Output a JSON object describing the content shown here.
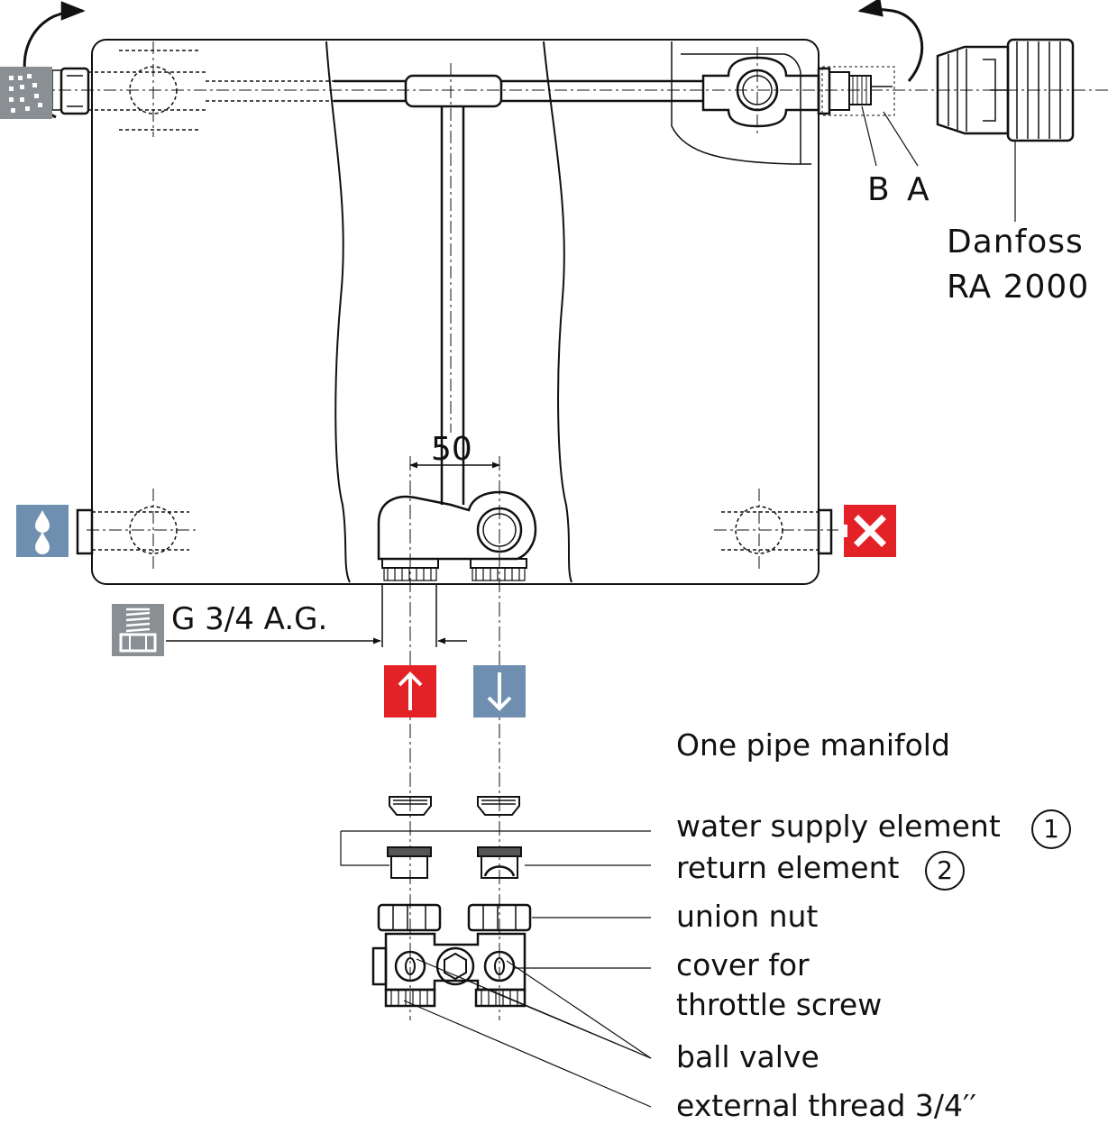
{
  "labels": {
    "dimension": "50",
    "thread_spec": "G 3/4 A.G.",
    "valve_brand": "Danfoss",
    "valve_model": "RA 2000",
    "letter_b": "B",
    "letter_a": "A",
    "title": "One pipe manifold",
    "supply_element": "water supply element",
    "supply_number": "1",
    "return_element": "return element",
    "return_number": "2",
    "union_nut": "union nut",
    "cover_line1": "cover for",
    "cover_line2": "throttle screw",
    "ball_valve": "ball valve",
    "external_thread": "external thread 3/4′′"
  },
  "icons": {
    "vent": "air-vent-icon",
    "drain": "water-drain-icon",
    "closed": "closed-port-icon",
    "thread": "threaded-fitting-icon",
    "flow_up": "arrow-up-icon",
    "flow_down": "arrow-down-icon"
  },
  "colors": {
    "red": "#e32228",
    "blue": "#6f8fb0",
    "gray": "#8a8f93",
    "line": "#111111"
  }
}
